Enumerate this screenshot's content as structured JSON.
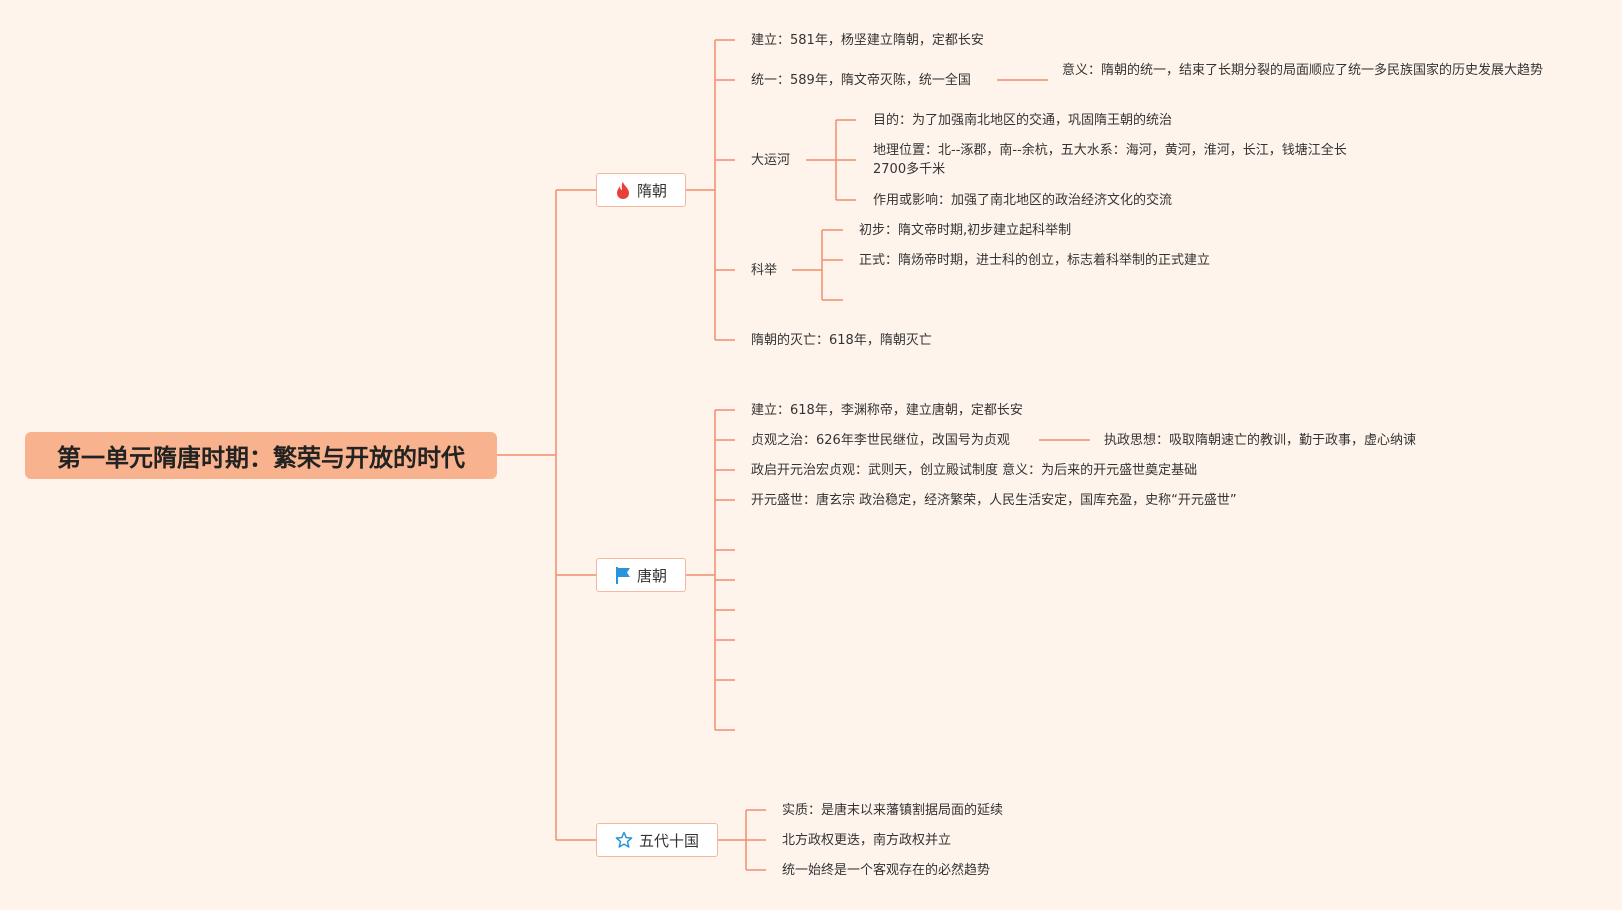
{
  "root": {
    "title": "第一单元隋唐时期：繁荣与开放的时代"
  },
  "colors": {
    "background": "#fff4ec",
    "connector": "#f08d6c",
    "root_fill": "#f9b28e",
    "fire": "#e8413a",
    "flag": "#2a93d9",
    "star": "#2a93d9"
  },
  "branches": {
    "sui": {
      "label": "隋朝",
      "icon": "fire-icon",
      "found": "建立：581年，杨坚建立隋朝，定都长安",
      "unify": "统一：589年，隋文帝灭陈，统一全国",
      "unify_meaning": "意义：隋朝的统一，结束了长期分裂的局面顺应了统一多民族国家的历史发展大趋势",
      "canal": {
        "label": "大运河",
        "purpose": "目的：为了加强南北地区的交通，巩固隋王朝的统治",
        "location": "地理位置：北--涿郡，南--余杭，五大水系：海河，黄河，淮河，长江，钱塘江全长2700多千米",
        "effect": "作用或影响：加强了南北地区的政治经济文化的交流"
      },
      "exam": {
        "label": "科举",
        "initial": "初步：隋文帝时期,初步建立起科举制",
        "formal": "正式：隋炀帝时期，进士科的创立，标志着科举制的正式建立"
      },
      "fall": "隋朝的灭亡：618年，隋朝灭亡"
    },
    "tang": {
      "label": "唐朝",
      "icon": "flag-icon",
      "found": "建立：618年，李渊称帝，建立唐朝，定都长安",
      "zhenguan": "贞观之治：626年李世民继位，改国号为贞观",
      "zhenguan_idea": "执政思想：吸取隋朝速亡的教训，勤于政事，虚心纳谏",
      "wuzetian": "政启开元治宏贞观：武则天，创立殿试制度 意义：为后来的开元盛世奠定基础",
      "kaiyuan": "开元盛世：唐玄宗 政治稳定，经济繁荣，人民生活安定，国库充盈，史称“开元盛世”"
    },
    "five": {
      "label": "五代十国",
      "icon": "star-icon",
      "essence": "实质：是唐末以来藩镇割据局面的延续",
      "north_south": "北方政权更迭，南方政权并立",
      "unity": "统一始终是一个客观存在的必然趋势"
    }
  }
}
